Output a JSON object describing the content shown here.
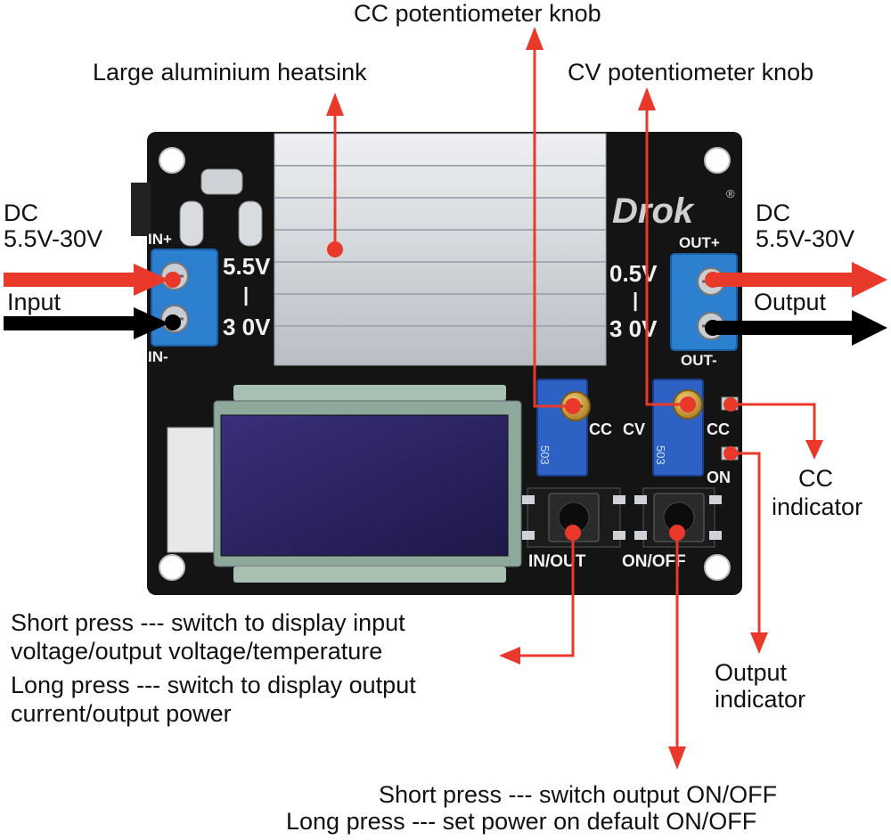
{
  "labels": {
    "cc_knob": "CC potentiometer knob",
    "heatsink": "Large aluminium heatsink",
    "cv_knob": "CV potentiometer knob",
    "input_dc": "DC",
    "input_range": "5.5V-30V",
    "input": "Input",
    "output_dc": "DC",
    "output_range": "5.5V-30V",
    "output": "Output",
    "cc_indicator_1": "CC",
    "cc_indicator_2": "indicator",
    "output_indicator_1": "Output",
    "output_indicator_2": "indicator",
    "inout_desc_1": "Short press --- switch to display input",
    "inout_desc_2": "voltage/output voltage/temperature",
    "inout_desc_3": "Long press --- switch to display output",
    "inout_desc_4": "current/output power",
    "onoff_desc_1": "Short press --- switch output ON/OFF",
    "onoff_desc_2": "Long press --- set power on default ON/OFF"
  },
  "board": {
    "brand": "Drok",
    "registered": "®",
    "in_plus": "IN+",
    "in_minus": "IN-",
    "out_plus": "OUT+",
    "out_minus": "OUT-",
    "in_v_top": "5.5V",
    "in_v_sep": "|",
    "in_v_bottom": "3 0V",
    "out_v_top": "0.5V",
    "out_v_sep": "|",
    "out_v_bottom": "3 0V",
    "cc_silk": "CC",
    "cv_silk": "CV",
    "cc_led_silk": "CC",
    "on_led_silk": "ON",
    "btn_inout": "IN/OUT",
    "btn_onoff": "ON/OFF",
    "pot_code_left": "503",
    "pot_code_right": "503"
  },
  "colors": {
    "pcb": "#141414",
    "arrow_red": "#e8392b",
    "arrow_black": "#000000",
    "terminal_blue": "#2d7fd0",
    "pot_blue": "#2d62c4",
    "knob_gold": "#d6a43a",
    "lcd": "#2a2160",
    "heatsink": "#d7dbe0"
  }
}
